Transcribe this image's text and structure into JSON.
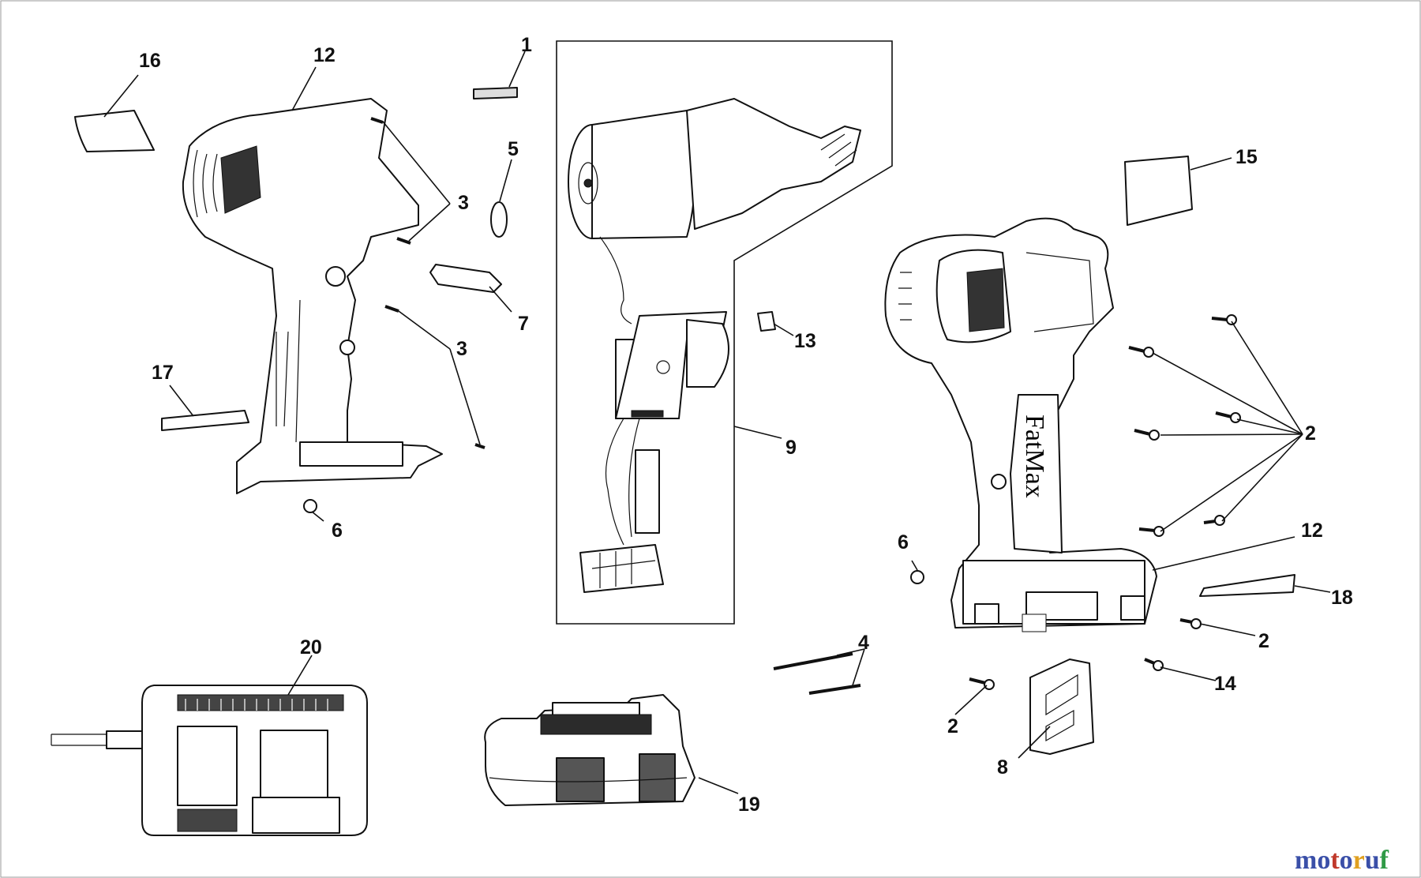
{
  "labels": {
    "l1": "1",
    "l2a": "2",
    "l2b": "2",
    "l2c": "2",
    "l3a": "3",
    "l3b": "3",
    "l4": "4",
    "l5": "5",
    "l6a": "6",
    "l6b": "6",
    "l7": "7",
    "l8": "8",
    "l9": "9",
    "l12a": "12",
    "l12b": "12",
    "l13": "13",
    "l14": "14",
    "l15": "15",
    "l16": "16",
    "l17": "17",
    "l18": "18",
    "l19": "19",
    "l20": "20"
  },
  "housing_logo": "FatMax",
  "watermark": "motoruf",
  "watermark_letters": [
    "m",
    "o",
    "t",
    "o",
    "r",
    "u",
    "f"
  ],
  "watermark_colors": [
    "#3a4fa8",
    "#3a4fa8",
    "#c0392b",
    "#3a4fa8",
    "#e0a020",
    "#3a4fa8",
    "#2f9a46"
  ]
}
